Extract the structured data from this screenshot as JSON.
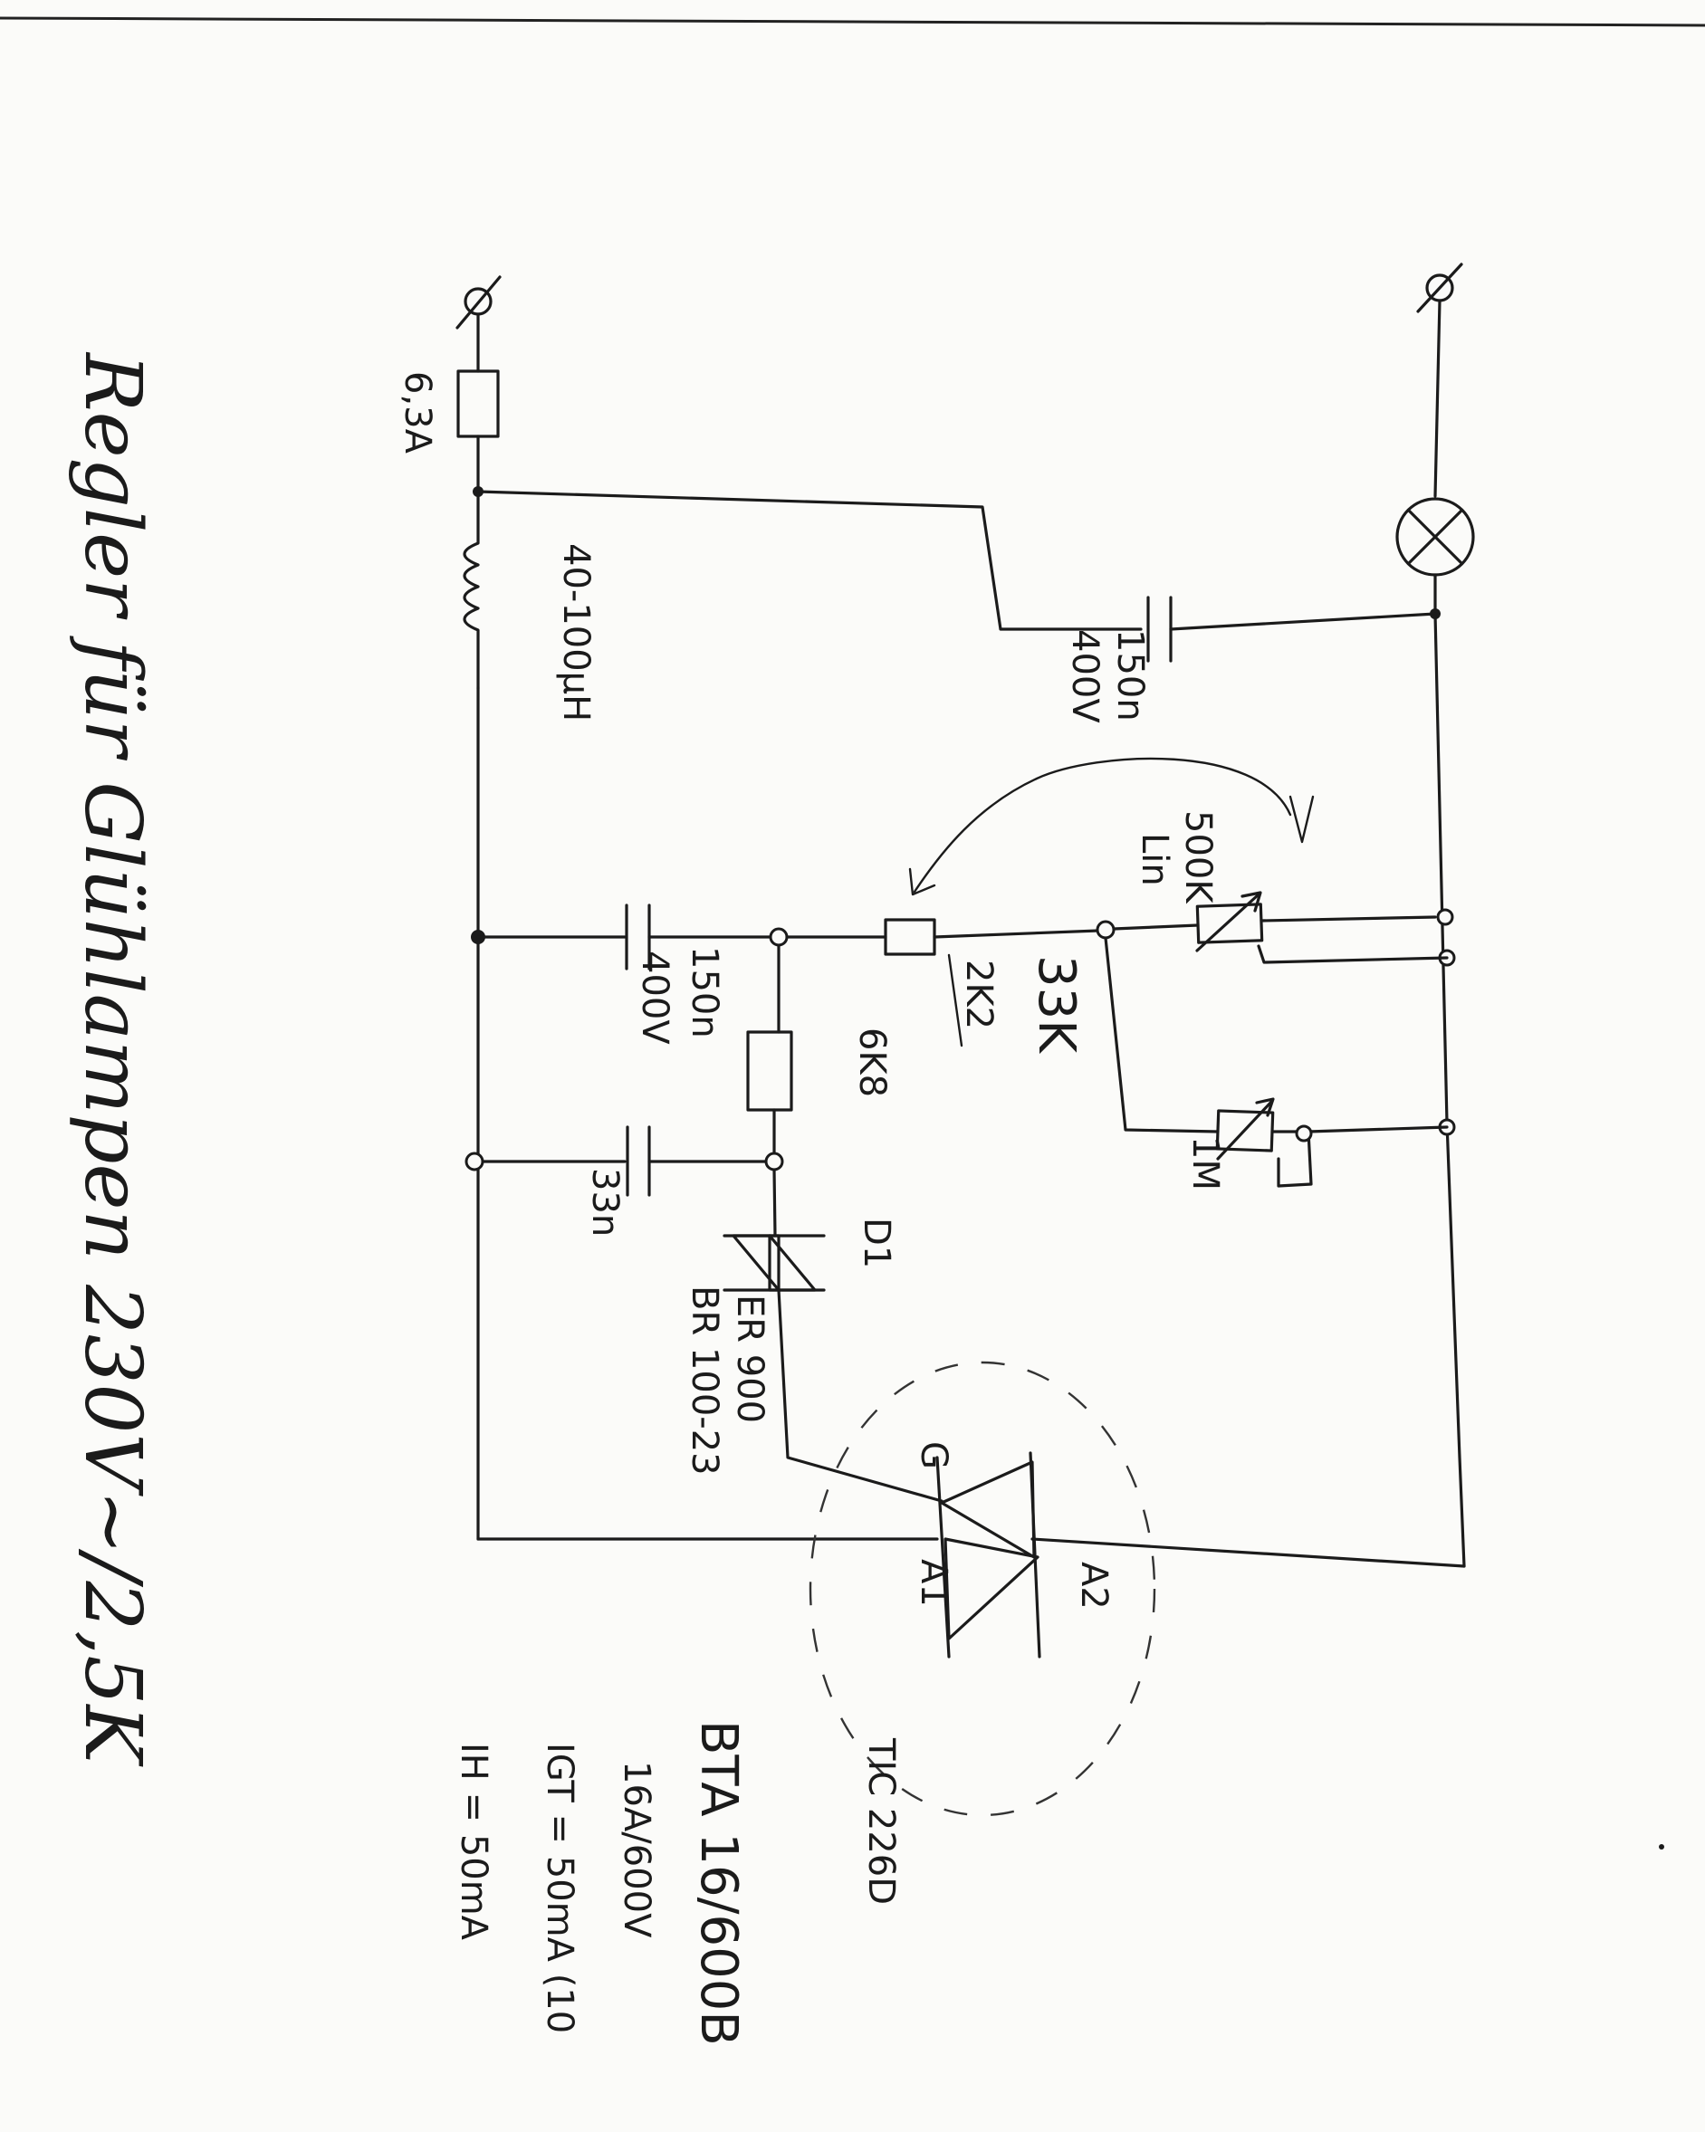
{
  "labels": {
    "fuse": "6,3A",
    "inductor": "40-100µH",
    "snubber_cap": "150n",
    "snubber_cap_voltage": "400V",
    "pot": "500K",
    "pot_type": "Lin",
    "trim": "1M",
    "resistor_old": "2K2",
    "resistor_new": "33K",
    "timing_cap": "150n",
    "timing_cap_voltage": "400V",
    "resistor_6k8": "6K8",
    "cap_33n": "33n",
    "diac_name": "D1",
    "diac_part1": "ER 900",
    "diac_part2": "BR 100-23",
    "gate": "G",
    "a1": "A1",
    "a2": "A2",
    "triac_alt": "TIC 226D",
    "triac_part": "BTA 16/600B",
    "triac_rating": "16A/600V",
    "igt": "IGT = 50mA (10",
    "ih": "IH = 50mA",
    "title": "Regler für Glühlampen 230V~/2,5K"
  }
}
